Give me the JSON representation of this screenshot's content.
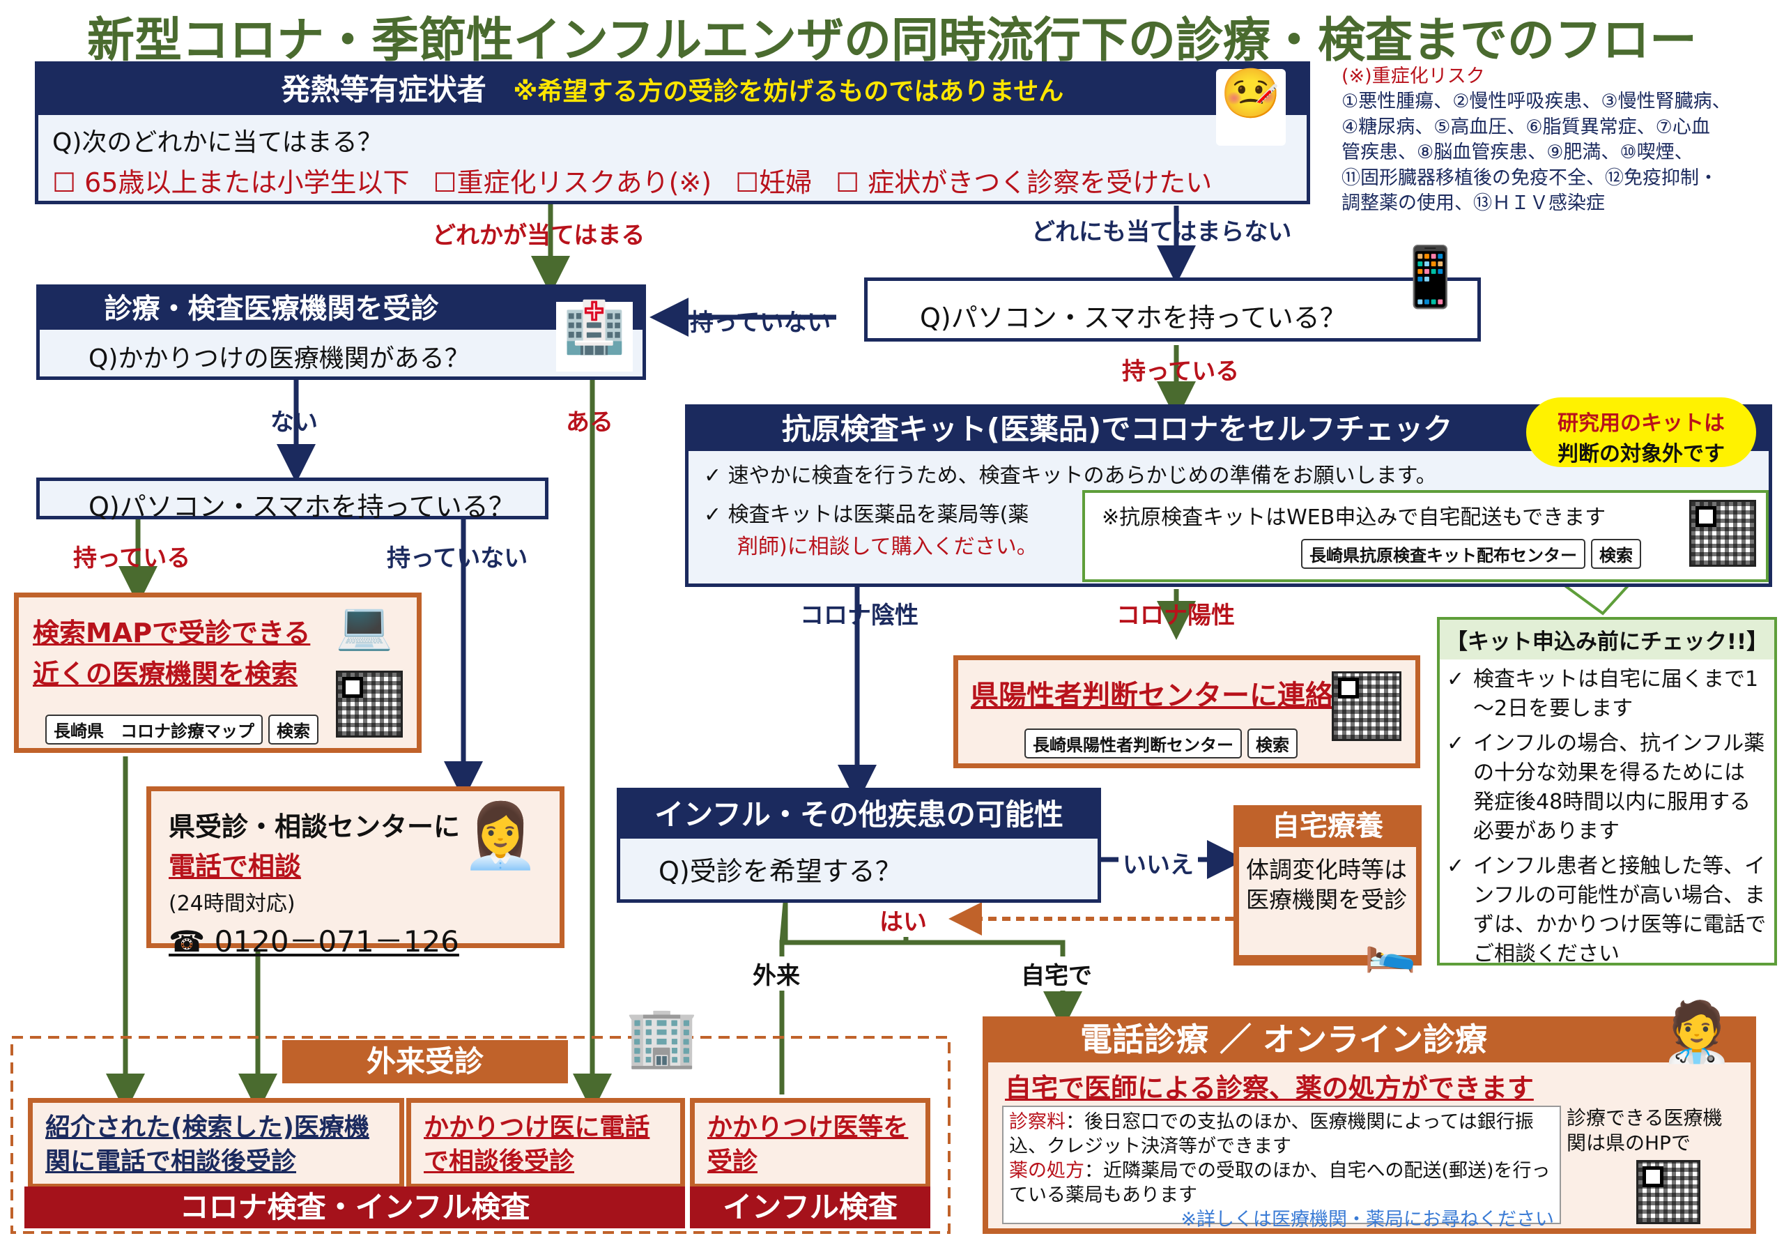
{
  "title": "新型コロナ・季節性インフルエンザの同時流行下の診療・検査までのフロー",
  "top": {
    "header": "発熱等有症状者",
    "header_note": "※希望する方の受診を妨げるものではありません",
    "question": "Q)次のどれかに当てはまる？",
    "options": [
      "☐ 65歳以上または小学生以下",
      "☐重症化リスクあり(※)",
      "☐妊婦",
      "☐ 症状がきつく診察を受けたい"
    ]
  },
  "risk_note": {
    "title": "(※)重症化リスク",
    "lines": [
      "①悪性腫瘍、②慢性呼吸疾患、③慢性腎臓病、",
      "④糖尿病、⑤高血圧、⑥脂質異常症、⑦心血",
      "管疾患、⑧脳血管疾患、⑨肥満、⑩喫煙、",
      "⑪固形臓器移植後の免疫不全、⑫免疫抑制・",
      "調整薬の使用、⑬ＨＩＶ感染症"
    ]
  },
  "labels": {
    "any_yes": "どれかが当てはまる",
    "none": "どれにも当てはまらない",
    "not_have": "持っていない",
    "have": "持っている",
    "nai": "ない",
    "aru": "ある",
    "have2": "持っている",
    "not_have2": "持っていない",
    "corona_neg": "コロナ陰性",
    "corona_pos": "コロナ陽性",
    "iie": "いいえ",
    "hai": "はい",
    "gairai": "外来",
    "jitaku": "自宅で"
  },
  "clinic": {
    "header": "診療・検査医療機関を受診",
    "question": "Q)かかりつけの医療機関がある？"
  },
  "pc_right": {
    "question": "Q)パソコン・スマホを持っている？"
  },
  "pc_left": {
    "question": "Q)パソコン・スマホを持っている？"
  },
  "antigen": {
    "header": "抗原検査キット(医薬品)でコロナをセルフチェック",
    "badge_line1": "研究用のキットは",
    "badge_line2": "判断の対象外です",
    "line1": "✓ 速やかに検査を行うため、検査キットのあらかじめの準備をお願いします。",
    "line2a": "✓ 検査キットは医薬品を薬局等(薬",
    "line2b": "剤師)に相談して購入ください。",
    "web_note": "※抗原検査キットはWEB申込みで自宅配送もできます",
    "search_term": "長崎県抗原検査キット配布センター",
    "search_btn": "検索"
  },
  "map": {
    "line1": "検索MAPで受診できる",
    "line2": "近くの医療機関を検索",
    "search_term": "長崎県　コロナ診療マップ",
    "search_btn": "検索"
  },
  "consult": {
    "line1": "県受診・相談センターに",
    "line2": "電話で相談",
    "hours": "(24時間対応)",
    "phone": "☎ 0120－071－126"
  },
  "positive": {
    "title": "県陽性者判断センターに連絡",
    "search_term": "長崎県陽性者判断センター",
    "search_btn": "検索"
  },
  "influ": {
    "header": "インフル・その他疾患の可能性",
    "question": "Q)受診を希望する？"
  },
  "home": {
    "header": "自宅療養",
    "body": "体調変化時等は医療機関を受診"
  },
  "kit_check": {
    "title": "【キット申込み前にチェック!!】",
    "items": [
      "検査キットは自宅に届くまで1～2日を要します",
      "インフルの場合、抗インフル薬の十分な効果を得るためには 発症後48時間以内に服用する必要があります",
      "インフル患者と接触した等、インフルの可能性が高い場合、まずは、かかりつけ医等に電話でご相談ください"
    ]
  },
  "outpatient": {
    "label": "外来受診",
    "box1": "紹介された(検索した)医療機関に電話で相談後受診",
    "box2": "かかりつけ医に電話で相談後受診",
    "box3": "かかりつけ医等を受診",
    "bar1": "コロナ検査・インフル検査",
    "bar2": "インフル検査"
  },
  "online": {
    "header": "電話診療 ／ オンライン診療",
    "subtitle": "自宅で医師による診察、薬の処方ができます",
    "fee_label": "診察料",
    "fee_text": "：後日窓口での支払のほか、医療機関によっては銀行振込、クレジット決済等ができます",
    "rx_label": "薬の処方",
    "rx_text": "：近隣薬局での受取のほか、自宅への配送(郵送)を行っている薬局もあります",
    "note": "※詳しくは医療機関・薬局にお尋ねください",
    "side": "診療できる医療機関は県のHPで"
  },
  "colors": {
    "navy": "#1b2a5e",
    "orange": "#c0622a",
    "red": "#b8121b",
    "green": "#4a6b2f",
    "dred": "#a5121b"
  }
}
